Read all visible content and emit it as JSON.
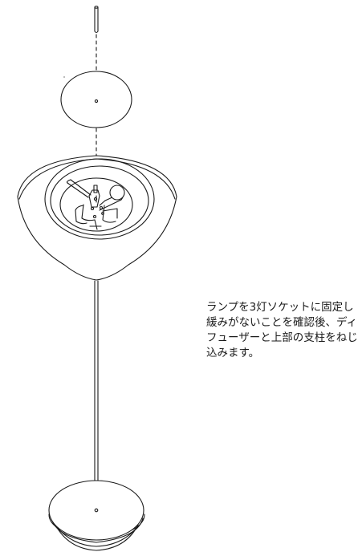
{
  "instruction": {
    "lines": [
      "ランプを3灯ソケットに固定し",
      "緩みがないことを確認後、ディ",
      "フューザーと上部の支柱をねじ",
      "込みます。"
    ]
  }
}
